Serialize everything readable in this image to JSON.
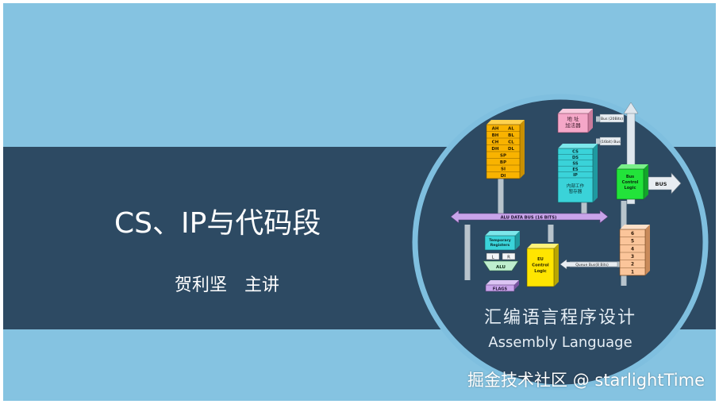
{
  "slide": {
    "title": "CS、IP与代码段",
    "presenter": "贺利坚　主讲",
    "course_name": "汇编语言程序设计",
    "course_name_en": "Assembly Language",
    "watermark": "掘金技术社区 @ starlightTime"
  },
  "diagram": {
    "gp_registers": [
      [
        "AH",
        "AL"
      ],
      [
        "BH",
        "BL"
      ],
      [
        "CH",
        "CL"
      ],
      [
        "DH",
        "DL"
      ]
    ],
    "pointer_registers": [
      "SP",
      "BP",
      "SI",
      "DI"
    ],
    "segment_registers": [
      "CS",
      "DS",
      "SS",
      "ES",
      "IP"
    ],
    "internal_register_caption": "内部工作\n暂存器",
    "address_adder": "地  址\n加法器",
    "bus_20bits": "Bus (20Bits)",
    "bus_16bits": "(16bit) Bus",
    "bus_control_logic": "Bus\nControl\nLogic",
    "bus_label": "BUS",
    "alu_data_bus": "ALU DATA BUS (16 BITS)",
    "temporary_registers": "Temporary\nRegisters",
    "alu_inputs": [
      "L",
      "R"
    ],
    "alu": "ALU",
    "flags": "FLAGS",
    "eu_control_logic": "EU\nControl\nLogic",
    "queue_bus": "Queue  Bus(8 Bits)",
    "instruction_queue": [
      "6",
      "5",
      "4",
      "3",
      "2",
      "1"
    ]
  },
  "colors": {
    "background": "#85c3e1",
    "band": "#2d4a63",
    "circle_fill": "#2d4a63",
    "circle_ring": "#7fbfdf",
    "register_orange": "#f9b300",
    "segment_cyan": "#3ad3d9",
    "adder_pink": "#f5a7c8",
    "bus_green": "#22e33a",
    "bus_lavender": "#c9a4ea",
    "eu_yellow": "#ffe500",
    "queue_peach": "#fbc59a"
  }
}
